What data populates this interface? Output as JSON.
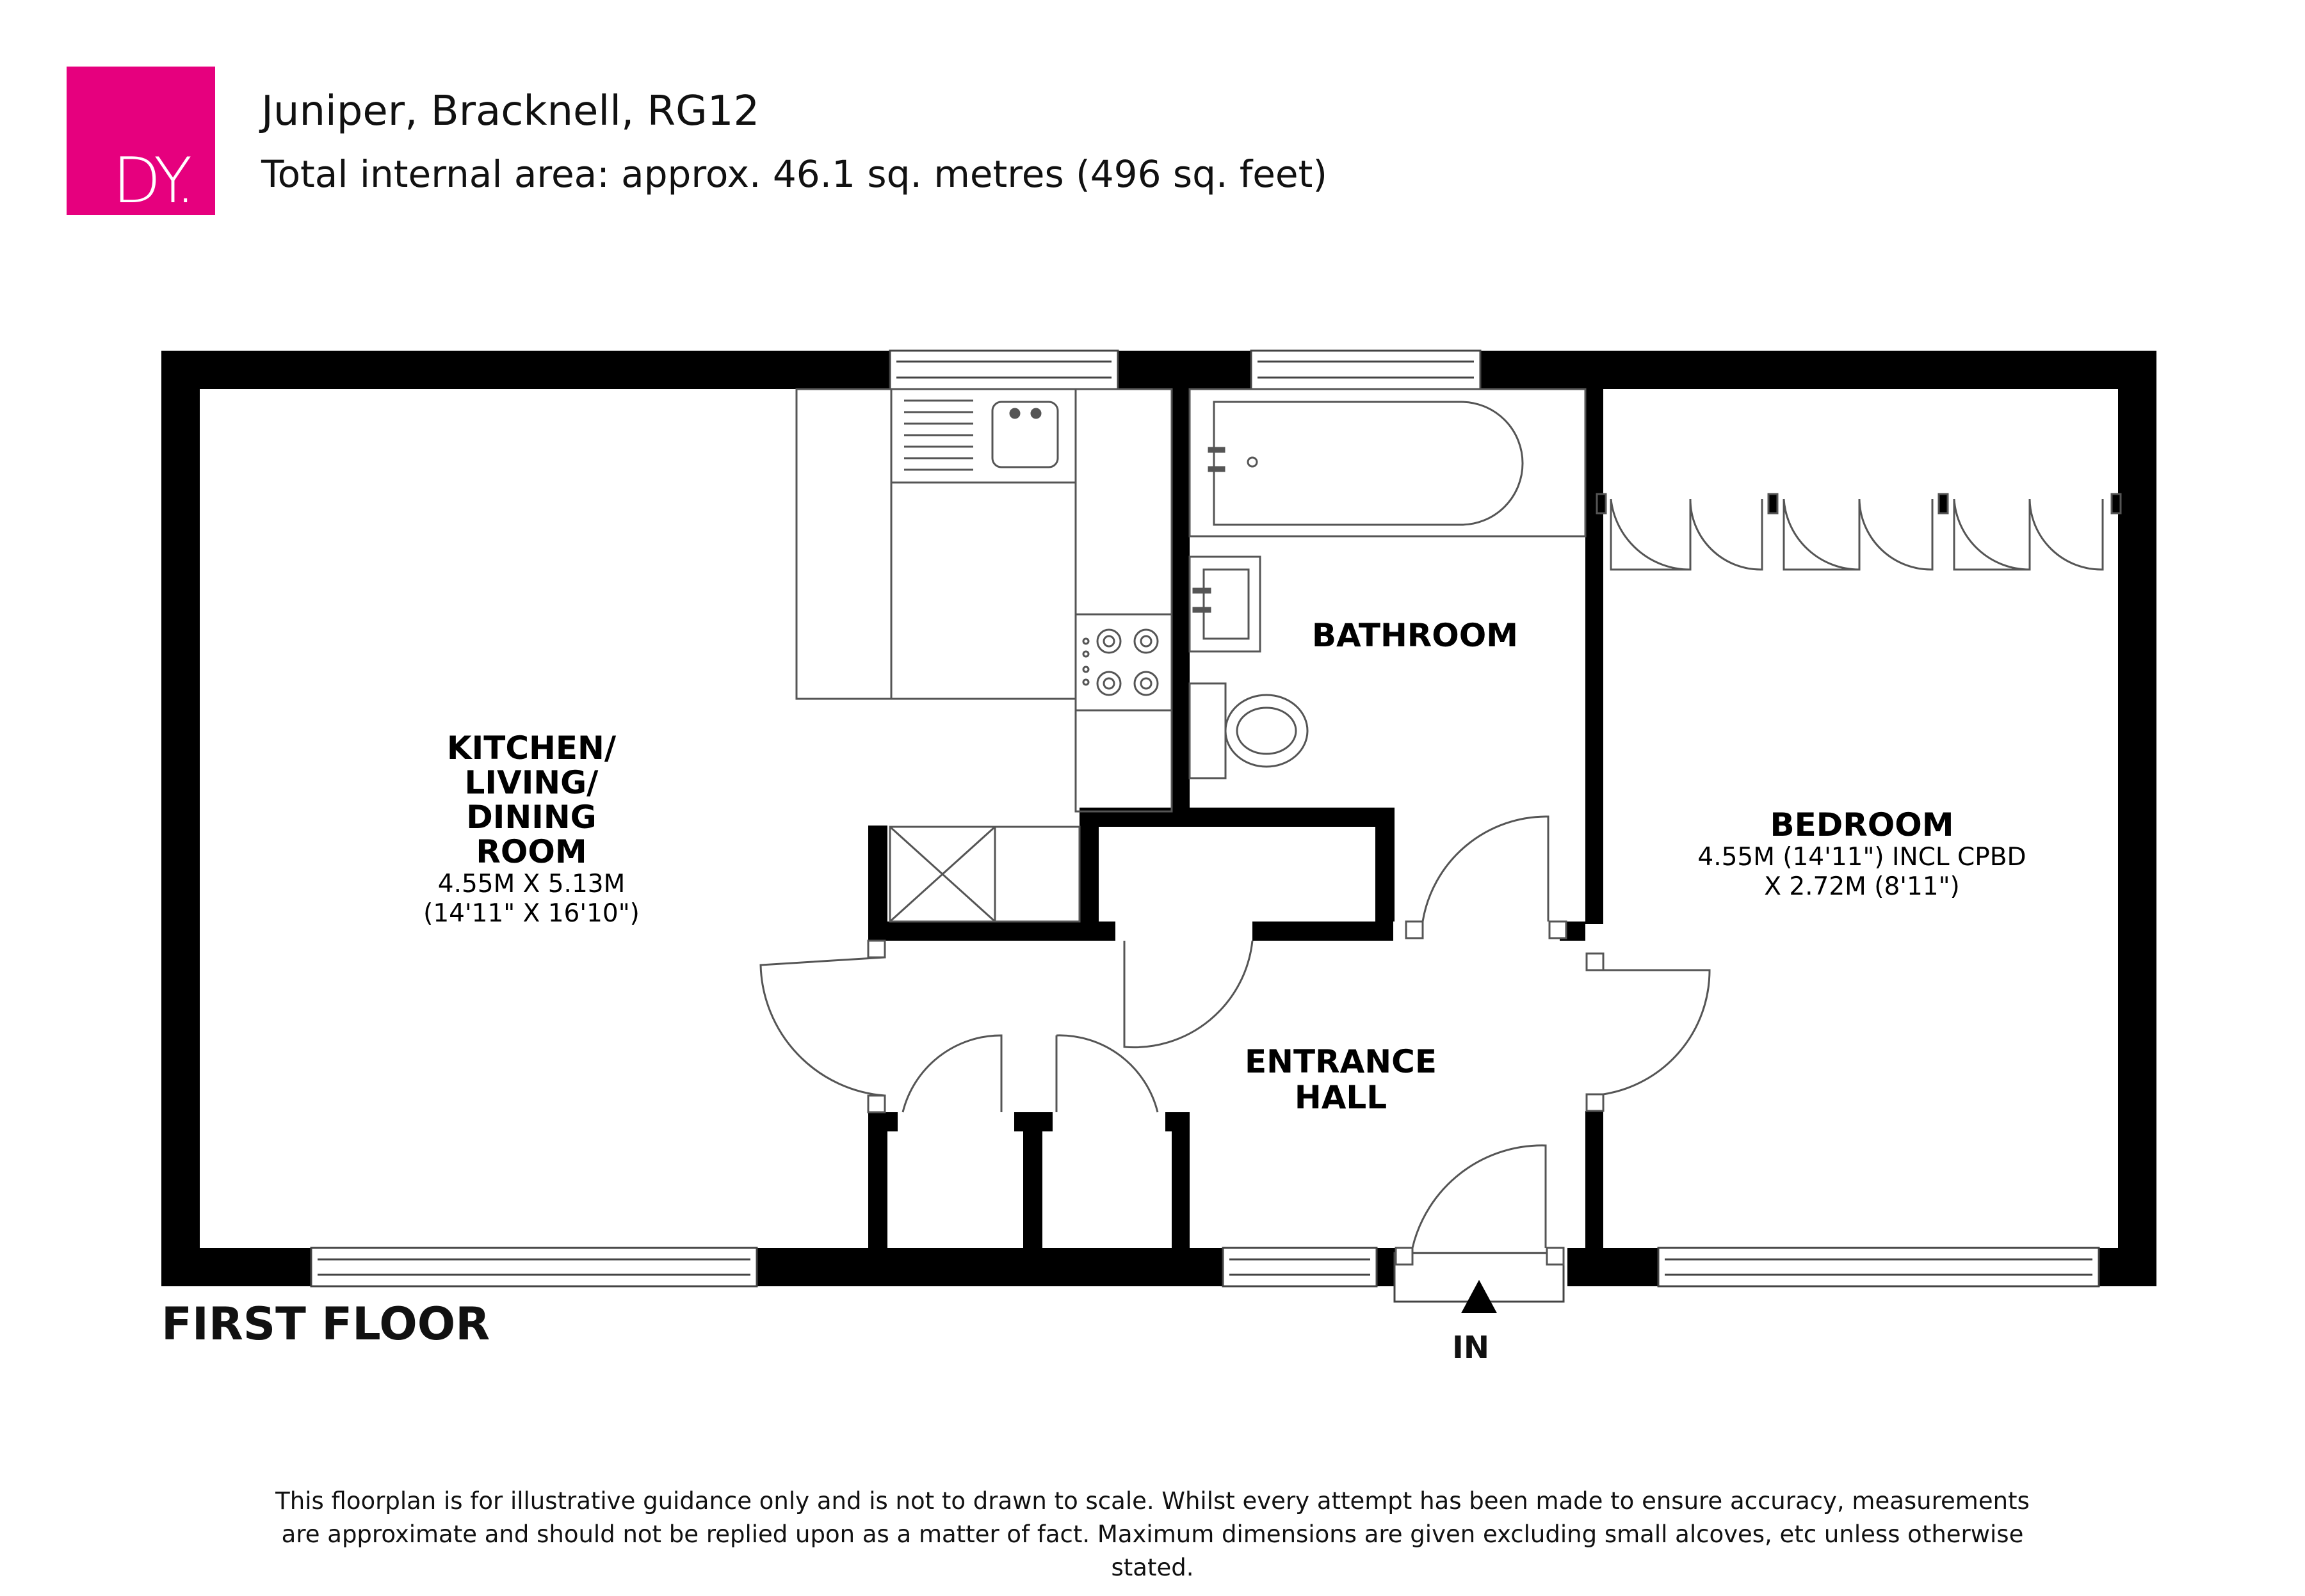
{
  "brand": {
    "logo_text": "DY."
  },
  "header": {
    "title": "Juniper, Bracknell, RG12",
    "subtitle": "Total internal area: approx. 46.1 sq. metres (496 sq. feet)"
  },
  "rooms": {
    "kitchen": {
      "name_lines": [
        "KITCHEN/",
        "LIVING/",
        "DINING",
        "ROOM"
      ],
      "dim1": "4.55M X 5.13M",
      "dim2": "(14'11\" X 16'10\")"
    },
    "bathroom": {
      "name": "BATHROOM"
    },
    "bedroom": {
      "name": "BEDROOM",
      "dim1": "4.55M (14'11\") INCL CPBD",
      "dim2": "X 2.72M (8'11\")"
    },
    "hall": {
      "name_lines": [
        "ENTRANCE",
        "HALL"
      ]
    }
  },
  "floor_label": "FIRST FLOOR",
  "entrance_label": "IN",
  "disclaimer": "This floorplan is for illustrative guidance only and is not to drawn to scale. Whilst every attempt has been made to ensure accuracy, measurements are approximate and should not be replied upon as a matter of fact. Maximum dimensions are given excluding small alcoves, etc unless otherwise stated.",
  "colors": {
    "brand": "#e6007e",
    "wall": "#000000",
    "fixture_line": "#555555"
  }
}
